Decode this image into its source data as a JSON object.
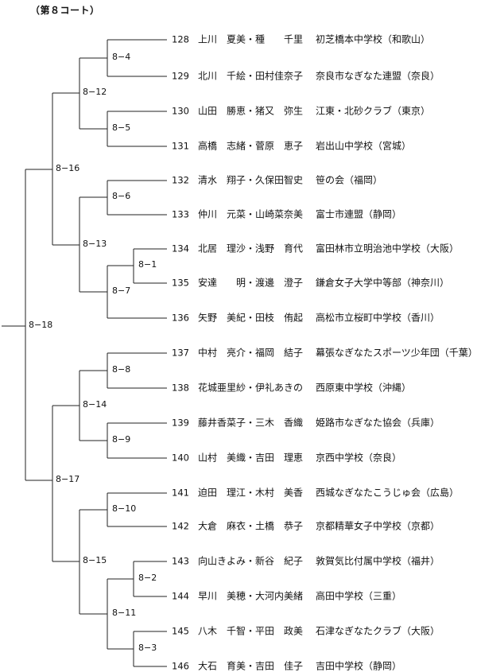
{
  "title": "（第８コート）",
  "entries": [
    {
      "no": "128",
      "players": "上川　夏美・種　　千里",
      "club": "初芝橋本中学校（和歌山）"
    },
    {
      "no": "129",
      "players": "北川　千絵・田村佳奈子",
      "club": "奈良市なぎなた連盟（奈良）"
    },
    {
      "no": "130",
      "players": "山田　勝恵・猪又　弥生",
      "club": "江東・北砂クラブ（東京）"
    },
    {
      "no": "131",
      "players": "高橋　志緒・菅原　恵子",
      "club": "岩出山中学校（宮城）"
    },
    {
      "no": "132",
      "players": "清水　翔子・久保田智史",
      "club": "笹の会（福岡）"
    },
    {
      "no": "133",
      "players": "仲川　元菜・山崎菜奈美",
      "club": "富士市連盟（静岡）"
    },
    {
      "no": "134",
      "players": "北居　理沙・浅野　育代",
      "club": "富田林市立明治池中学校（大阪）"
    },
    {
      "no": "135",
      "players": "安達　　明・渡邊　澄子",
      "club": "鎌倉女子大学中等部（神奈川）"
    },
    {
      "no": "136",
      "players": "矢野　美紀・田枝　侑起",
      "club": "高松市立桜町中学校（香川）"
    },
    {
      "no": "137",
      "players": "中村　亮介・福岡　結子",
      "club": "幕張なぎなたスポーツ少年団（千葉）"
    },
    {
      "no": "138",
      "players": "花城亜里紗・伊礼あきの",
      "club": "西原東中学校（沖縄）"
    },
    {
      "no": "139",
      "players": "藤井香菜子・三木　香織",
      "club": "姫路市なぎなた協会（兵庫）"
    },
    {
      "no": "140",
      "players": "山村　美織・吉田　理恵",
      "club": "京西中学校（奈良）"
    },
    {
      "no": "141",
      "players": "迫田　理江・木村　美香",
      "club": "西城なぎなたこうじゅ会（広島）"
    },
    {
      "no": "142",
      "players": "大倉　麻衣・土橋　恭子",
      "club": "京都精華女子中学校（京都）"
    },
    {
      "no": "143",
      "players": "向山きよみ・新谷　紀子",
      "club": "敦賀気比付属中学校（福井）"
    },
    {
      "no": "144",
      "players": "早川　美穂・大河内美緒",
      "club": "高田中学校（三重）"
    },
    {
      "no": "145",
      "players": "八木　千智・平田　政美",
      "club": "石津なぎなたクラブ（大阪）"
    },
    {
      "no": "146",
      "players": "大石　育美・吉田　佳子",
      "club": "吉田中学校（静岡）"
    }
  ],
  "matches": {
    "m1": "8−1",
    "m2": "8−2",
    "m3": "8−3",
    "m4": "8−4",
    "m5": "8−5",
    "m6": "8−6",
    "m7": "8−7",
    "m8": "8−8",
    "m9": "8−9",
    "m10": "8−10",
    "m11": "8−11",
    "m12": "8−12",
    "m13": "8−13",
    "m14": "8−14",
    "m15": "8−15",
    "m16": "8−16",
    "m17": "8−17",
    "m18": "8−18"
  }
}
